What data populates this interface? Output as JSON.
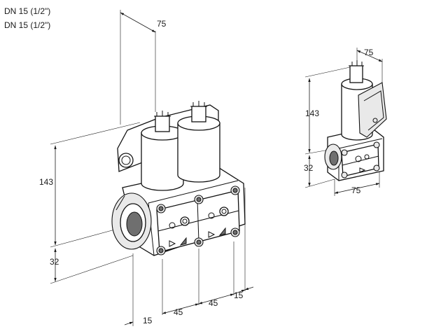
{
  "captions": [
    "DN 15 (1/2\")",
    "DN 15 (1/2\")"
  ],
  "left_view": {
    "dim_top_depth": "75",
    "dim_height": "143",
    "dim_flange": "32",
    "dim_bottom": [
      "15",
      "45",
      "45",
      "15"
    ]
  },
  "right_view": {
    "dim_top_depth": "75",
    "dim_height": "143",
    "dim_flange": "32",
    "dim_width": "75"
  }
}
